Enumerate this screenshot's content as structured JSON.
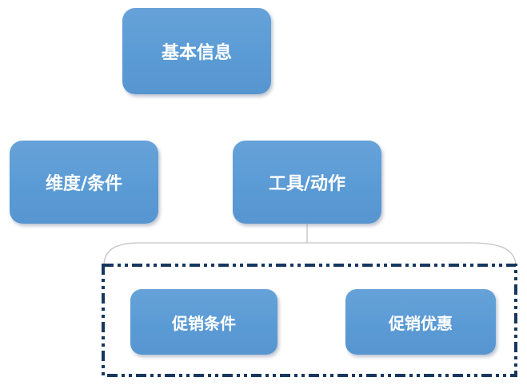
{
  "diagram": {
    "nodes": [
      {
        "id": "basic-info",
        "label": "基本信息"
      },
      {
        "id": "dimension-condition",
        "label": "维度/条件"
      },
      {
        "id": "tool-action",
        "label": "工具/动作"
      },
      {
        "id": "promotion-condition",
        "label": "促销条件"
      },
      {
        "id": "promotion-discount",
        "label": "促销优惠"
      }
    ],
    "group": {
      "id": "promotion-group",
      "style": "dash-dot-dot",
      "members": [
        "promotion-condition",
        "promotion-discount"
      ]
    },
    "edge": {
      "from": "tool-action",
      "to": "promotion-group",
      "type": "brace-connector"
    },
    "colors": {
      "node_fill": "#5B9BD5",
      "node_text": "#FFFFFF",
      "group_border": "#17375E",
      "connector": "#C3C3C3",
      "background": "#FFFFFF"
    }
  }
}
